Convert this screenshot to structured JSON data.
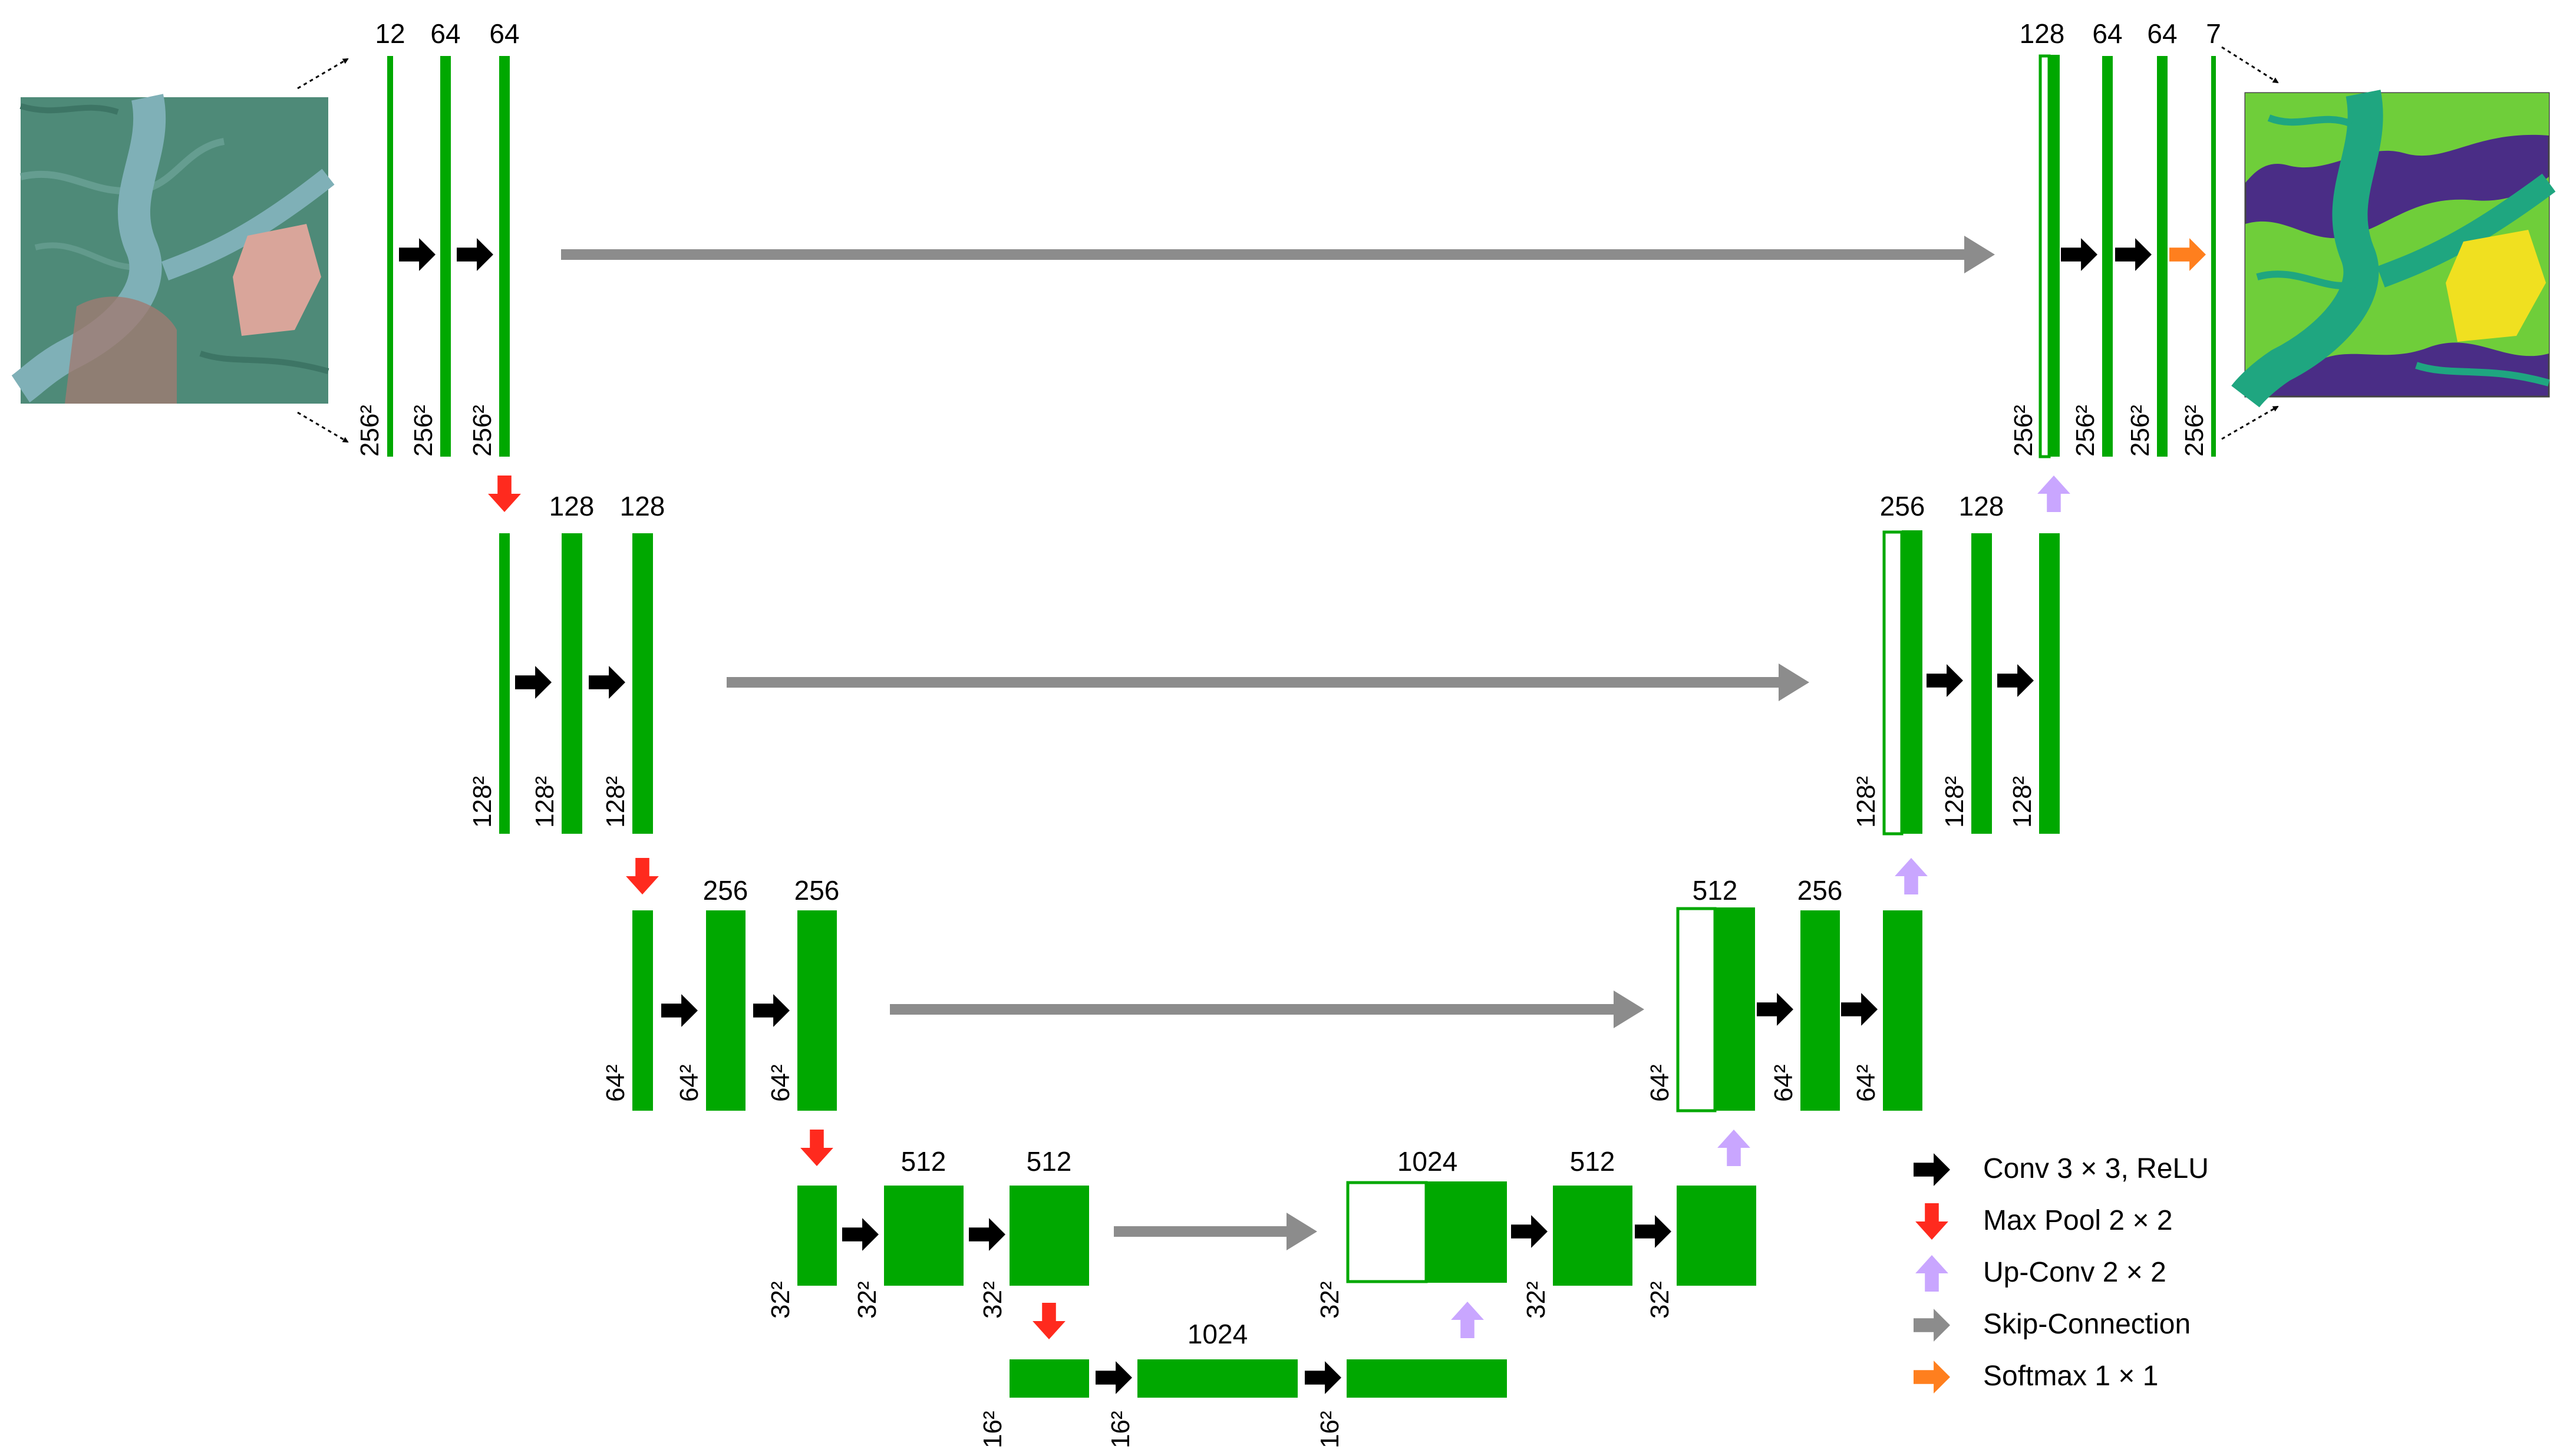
{
  "colors": {
    "feature_map": "#00a800",
    "conv_arrow": "#000000",
    "pool_arrow": "#ff2a1e",
    "upconv_arrow": "#c9a6ff",
    "skip_arrow": "#8c8c8c",
    "softmax_arrow": "#ff7f1e"
  },
  "images": {
    "input": "satellite-image",
    "output": "segmentation-map"
  },
  "encoder": {
    "level1": {
      "channels": [
        "12",
        "64",
        "64"
      ],
      "sizes": [
        "256²",
        "256²",
        "256²"
      ]
    },
    "level2": {
      "channels": [
        "128",
        "128"
      ],
      "sizes": [
        "128²",
        "128²",
        "128²"
      ]
    },
    "level3": {
      "channels": [
        "256",
        "256"
      ],
      "sizes": [
        "64²",
        "64²",
        "64²"
      ]
    },
    "level4": {
      "channels": [
        "512",
        "512"
      ],
      "sizes": [
        "32²",
        "32²",
        "32²"
      ]
    }
  },
  "bottleneck": {
    "channels": [
      "1024"
    ],
    "sizes": [
      "16²",
      "16²",
      "16²"
    ]
  },
  "decoder": {
    "level4": {
      "channels": [
        "1024",
        "512"
      ],
      "sizes": [
        "32²",
        "32²",
        "32²"
      ]
    },
    "level3": {
      "channels": [
        "512",
        "256"
      ],
      "sizes": [
        "64²",
        "64²",
        "64²"
      ]
    },
    "level2": {
      "channels": [
        "256",
        "128"
      ],
      "sizes": [
        "128²",
        "128²",
        "128²"
      ]
    },
    "level1": {
      "channels": [
        "128",
        "64",
        "64",
        "7"
      ],
      "sizes": [
        "256²",
        "256²",
        "256²",
        "256²"
      ]
    }
  },
  "legend": {
    "conv": "Conv 3 × 3, ReLU",
    "pool": "Max Pool 2 × 2",
    "upconv": "Up-Conv 2 × 2",
    "skip": "Skip-Connection",
    "softmax": "Softmax 1 × 1"
  }
}
